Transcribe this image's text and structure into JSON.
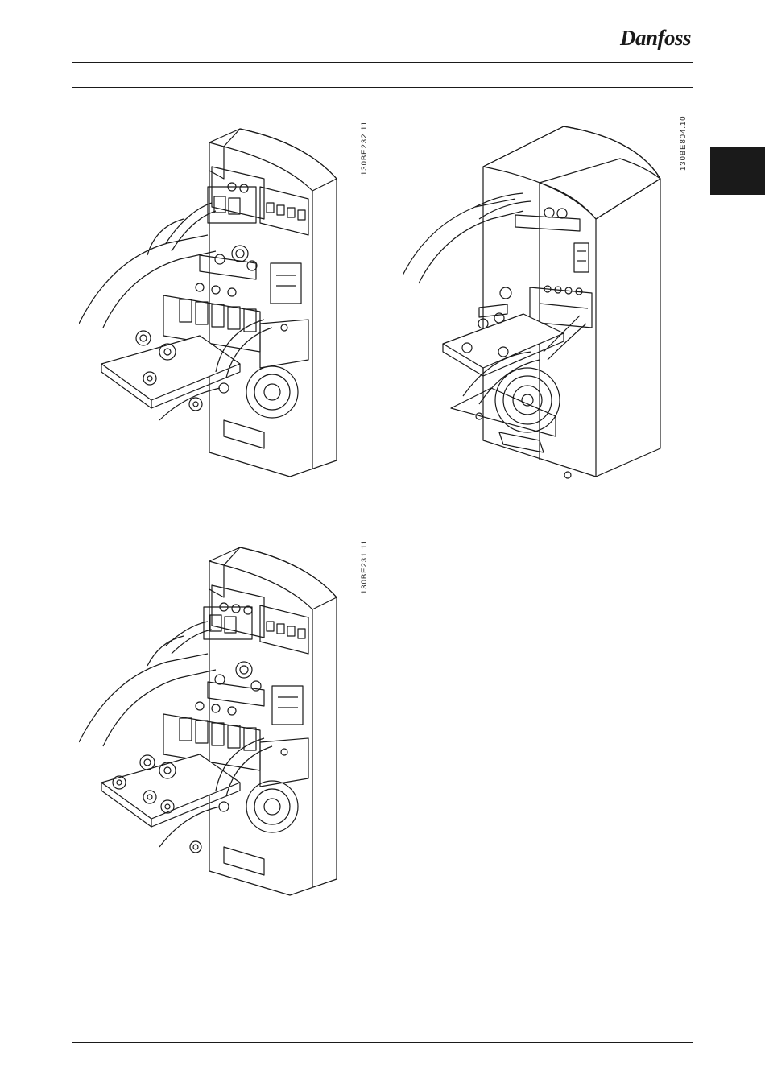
{
  "header": {
    "brand": "Danfoss"
  },
  "figures": [
    {
      "code": "130BE232.11"
    },
    {
      "code": "130BE804.10"
    },
    {
      "code": "130BE231.11"
    }
  ]
}
